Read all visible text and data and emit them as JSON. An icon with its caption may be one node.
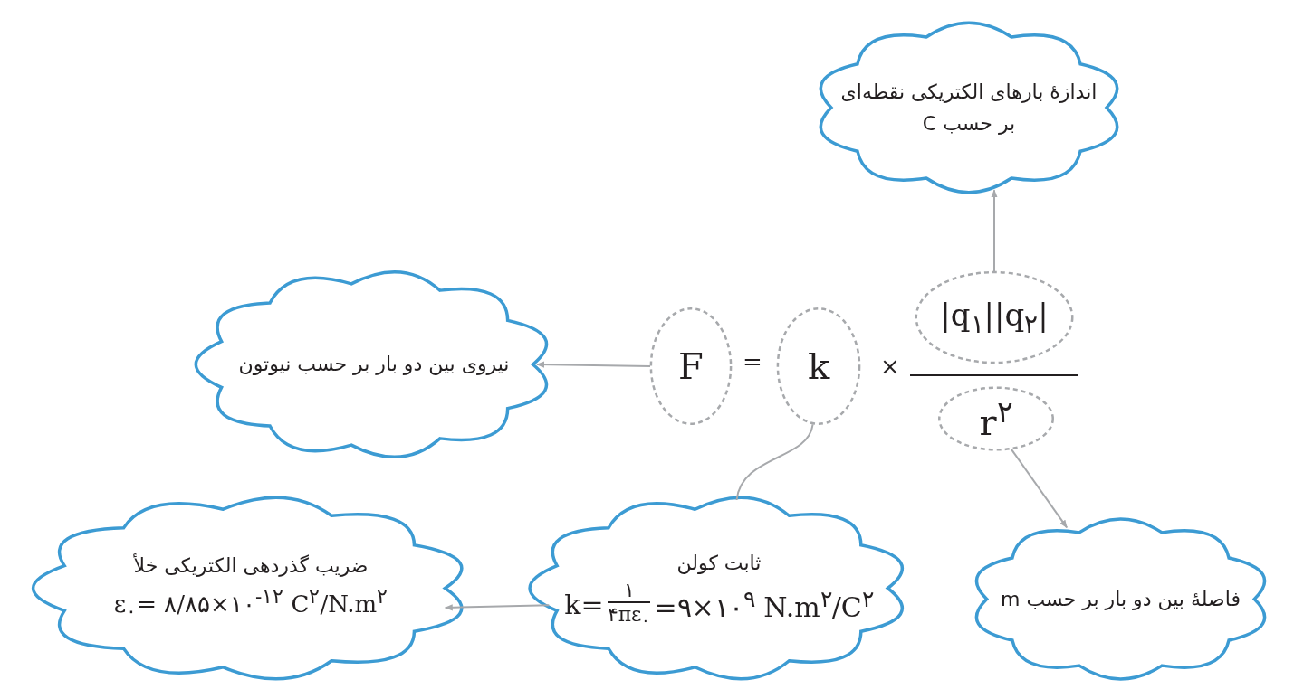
{
  "diagram": {
    "nodes": [
      {
        "text": [
          "اندازهٔ بارهای الکتریکی نقطه‌ای بر حسب C"
        ]
      },
      {
        "text": [
          "نیروی بین دو بار بر حسب نیوتون"
        ]
      },
      {
        "text": [
          "F"
        ]
      },
      {
        "text": [
          "k"
        ]
      },
      {
        "text": [
          "|q$_{۱}$||q$_{۲}$|"
        ]
      },
      {
        "text": [
          "r$^{۲}$"
        ]
      },
      {
        "text": [
          "ضریب گذردهی الکتریکی خلأ",
          "ε$_{۰}$= ۸/۸۵×۱۰$^{-۱۲}$ C$^{۲}$/N.m$^{۲}$"
        ]
      },
      {
        "text": [
          "ثابت کولن",
          "k=",
          "۱",
          "۴πε$_{۰}$",
          "=۹×۱۰$^{۹}$ N.m$^{۲}$/C$^{۲}$"
        ]
      },
      {
        "text": [
          "فاصلهٔ بین دو بار بر حسب m"
        ]
      }
    ],
    "edges": [
      {
        "from": 2,
        "to": 1,
        "arrow": "to"
      },
      {
        "from": 4,
        "to": 0,
        "arrow": "to"
      },
      {
        "from": 5,
        "to": 8,
        "arrow": "to"
      },
      {
        "from": 3,
        "to": 7,
        "arrow": "none"
      },
      {
        "from": 7,
        "to": 6,
        "arrow": "to"
      }
    ],
    "labels": [
      "=",
      "×"
    ]
  }
}
